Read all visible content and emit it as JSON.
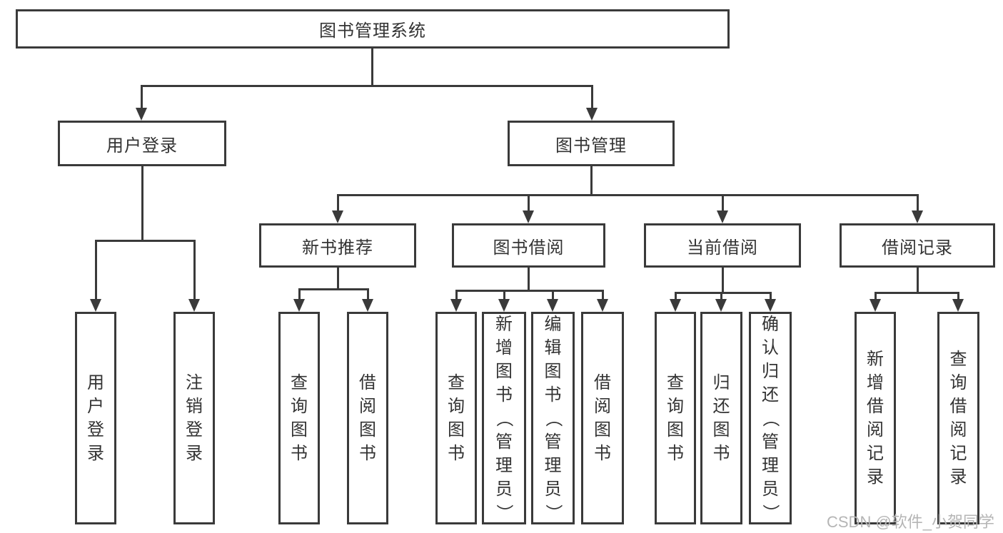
{
  "tree": {
    "root": "图书管理系统",
    "branches": [
      {
        "label": "用户登录",
        "children": [
          "用户登录",
          "注销登录"
        ]
      },
      {
        "label": "图书管理",
        "sections": [
          {
            "label": "新书推荐",
            "children": [
              "查询图书",
              "借阅图书"
            ]
          },
          {
            "label": "图书借阅",
            "children": [
              "查询图书",
              "新增图书（管理员）",
              "编辑图书（管理员）",
              "借阅图书"
            ]
          },
          {
            "label": "当前借阅",
            "children": [
              "查询图书",
              "归还图书",
              "确认归还（管理员）"
            ]
          },
          {
            "label": "借阅记录",
            "children": [
              "新增借阅记录",
              "查询借阅记录"
            ]
          }
        ]
      }
    ]
  },
  "watermark": "CSDN @软件_小贺同学",
  "colors": {
    "line": "#3a3a3a",
    "text": "#333333",
    "background": "#ffffff",
    "watermark": "#b5b5b5"
  }
}
